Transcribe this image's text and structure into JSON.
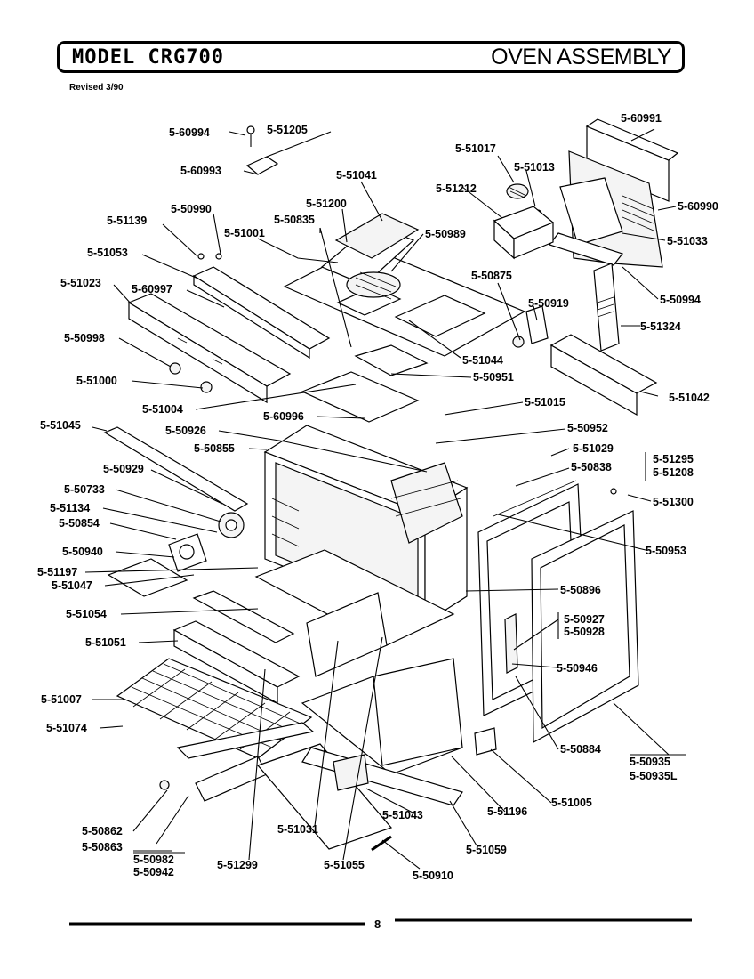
{
  "header": {
    "model": "MODEL CRG700",
    "section": "OVEN ASSEMBLY",
    "revised": "Revised 3/90"
  },
  "page_number": "8",
  "part_labels": [
    "5-60994",
    "5-51205",
    "5-60993",
    "5-60991",
    "5-51017",
    "5-51013",
    "5-51041",
    "5-51212",
    "5-60990",
    "5-51200",
    "5-50835",
    "5-50989",
    "5-51033",
    "5-51139",
    "5-50990",
    "5-51001",
    "5-51053",
    "5-50875",
    "5-51023",
    "5-60997",
    "5-50919",
    "5-50994",
    "5-51324",
    "5-50998",
    "5-51044",
    "5-51000",
    "5-50951",
    "5-51042",
    "5-51004",
    "5-51015",
    "5-60996",
    "5-51045",
    "5-50926",
    "5-50952",
    "5-50855",
    "5-51029",
    "5-51295",
    "5-51208",
    "5-50838",
    "5-50929",
    "5-51300",
    "5-50733",
    "5-51134",
    "5-50854",
    "5-50953",
    "5-50940",
    "5-51197",
    "5-51047",
    "5-50896",
    "5-51054",
    "5-50927",
    "5-50928",
    "5-51051",
    "5-50946",
    "5-51007",
    "5-51074",
    "5-50884",
    "5-50935",
    "5-50935L",
    "5-51005",
    "5-51196",
    "5-51043",
    "5-50862",
    "5-51031",
    "5-50863",
    "5-51059",
    "5-50982",
    "5-50942",
    "5-51299",
    "5-51055",
    "5-50910"
  ]
}
